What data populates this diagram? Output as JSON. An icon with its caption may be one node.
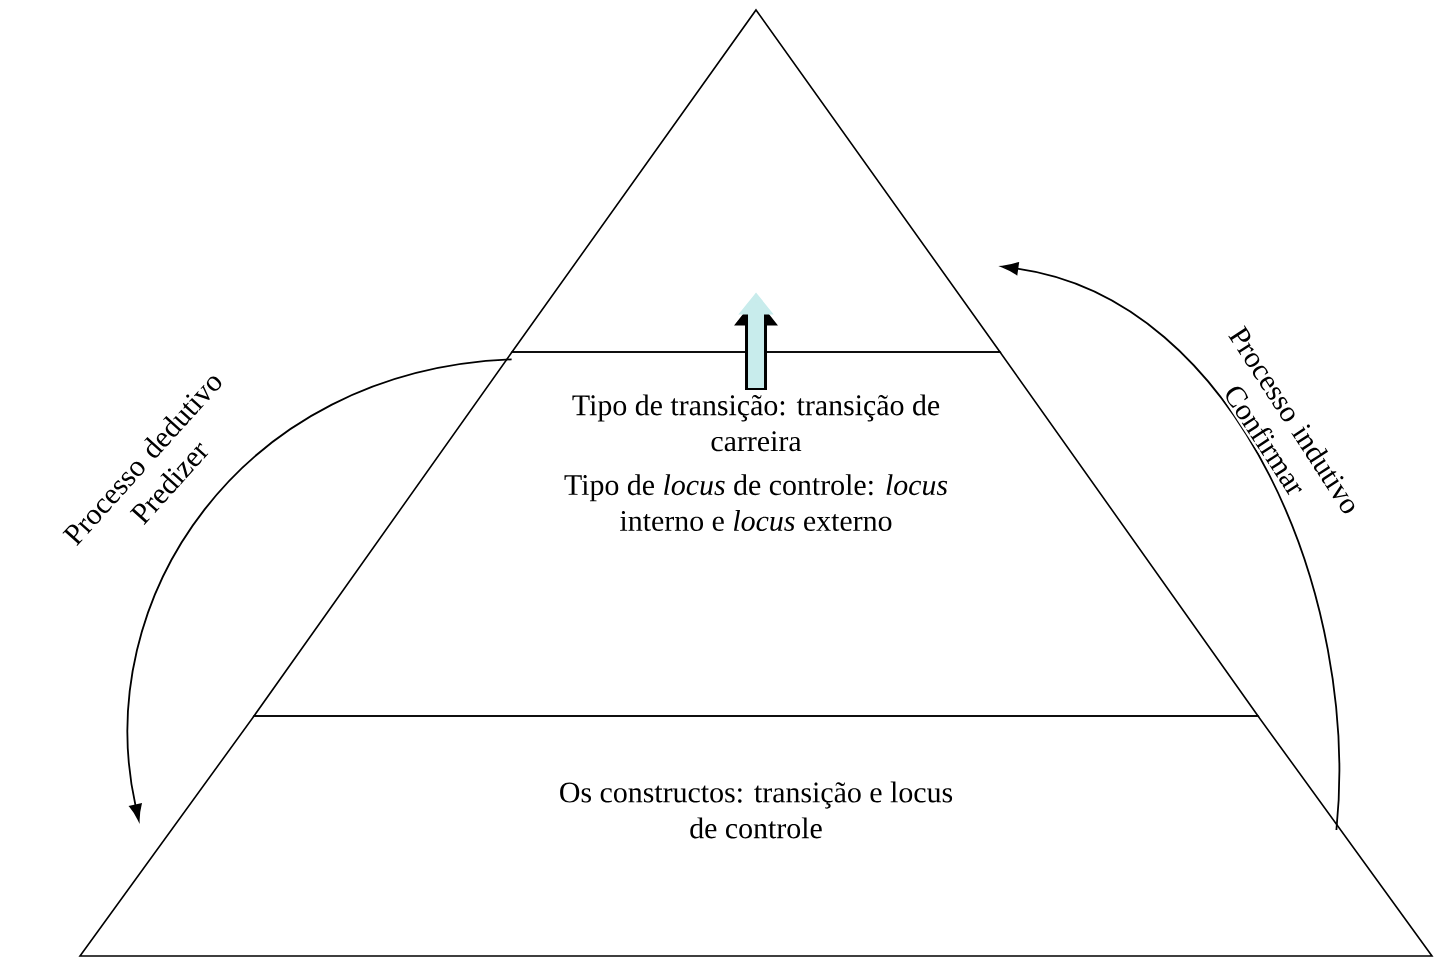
{
  "diagram": {
    "nodes": [
      {
        "text": [],
        "shape": "triangle"
      },
      {
        "text": [
          "Tipo de transição: transição de carreira",
          "Tipo de *locus* de controle: *locus* interno e *locus* externo"
        ]
      },
      {
        "text": [
          "Os constructos: transição e locus de controle"
        ]
      }
    ],
    "edges": [
      {
        "from": 0,
        "to": 2,
        "arrow": "to",
        "label": "Processo dedutivo Predizer"
      },
      {
        "from": 2,
        "to": 0,
        "arrow": "to",
        "label": "Processo indutivo Confirmar"
      },
      {
        "from": 1,
        "to": 0,
        "arrow": "to",
        "style": "thick",
        "color": "#c8ecec"
      }
    ]
  }
}
